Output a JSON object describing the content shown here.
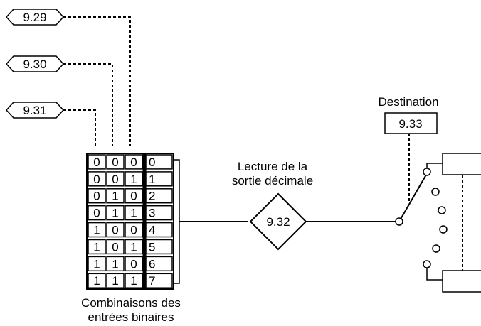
{
  "inputs": [
    {
      "label": "9.29"
    },
    {
      "label": "9.30"
    },
    {
      "label": "9.31"
    }
  ],
  "truth_table": {
    "rows": [
      {
        "bits": [
          "0",
          "0",
          "0"
        ],
        "out": "0"
      },
      {
        "bits": [
          "0",
          "0",
          "1"
        ],
        "out": "1"
      },
      {
        "bits": [
          "0",
          "1",
          "0"
        ],
        "out": "2"
      },
      {
        "bits": [
          "0",
          "1",
          "1"
        ],
        "out": "3"
      },
      {
        "bits": [
          "1",
          "0",
          "0"
        ],
        "out": "4"
      },
      {
        "bits": [
          "1",
          "0",
          "1"
        ],
        "out": "5"
      },
      {
        "bits": [
          "1",
          "1",
          "0"
        ],
        "out": "6"
      },
      {
        "bits": [
          "1",
          "1",
          "1"
        ],
        "out": "7"
      }
    ],
    "caption_line1": "Combinaisons des",
    "caption_line2": "entrées binaires"
  },
  "readout": {
    "label_line1": "Lecture de la",
    "label_line2": "sortie décimale",
    "param": "9.32"
  },
  "destination": {
    "label": "Destination",
    "param": "9.33"
  }
}
